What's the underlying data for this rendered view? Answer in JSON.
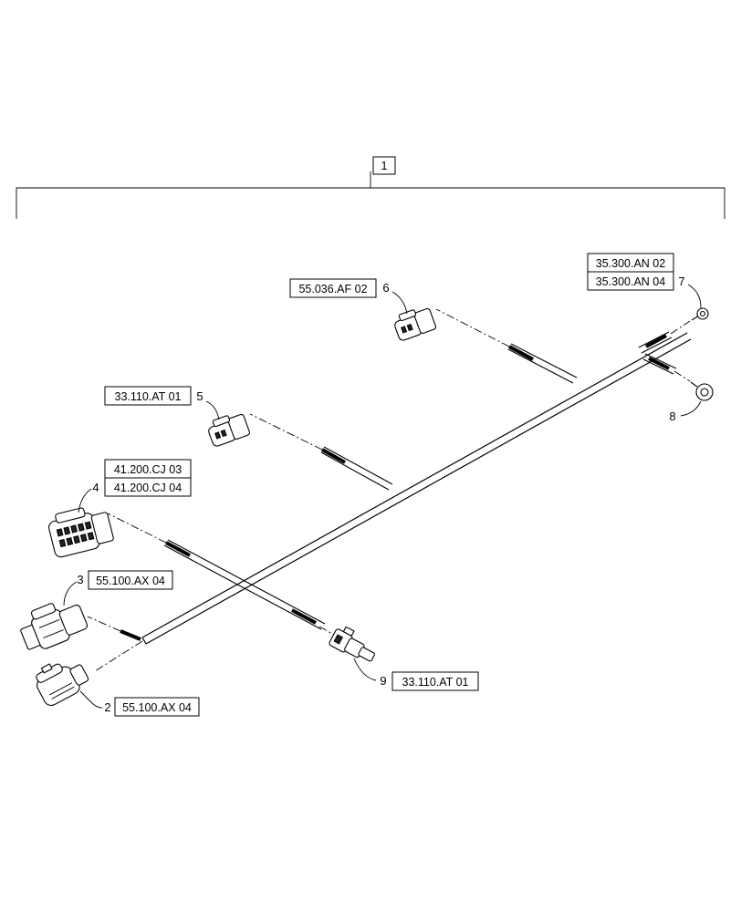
{
  "assembly": {
    "item_number": "1"
  },
  "callouts": [
    {
      "item": "2",
      "refs": [
        "55.100.AX 04"
      ]
    },
    {
      "item": "3",
      "refs": [
        "55.100.AX 04"
      ]
    },
    {
      "item": "4",
      "refs": [
        "41.200.CJ 03",
        "41.200.CJ 04"
      ]
    },
    {
      "item": "5",
      "refs": [
        "33.110.AT 01"
      ]
    },
    {
      "item": "6",
      "refs": [
        "55.036.AF 02"
      ]
    },
    {
      "item": "7",
      "refs": [
        "35.300.AN 02",
        "35.300.AN 04"
      ]
    },
    {
      "item": "8",
      "refs": []
    },
    {
      "item": "9",
      "refs": [
        "33.110.AT 01"
      ]
    }
  ]
}
